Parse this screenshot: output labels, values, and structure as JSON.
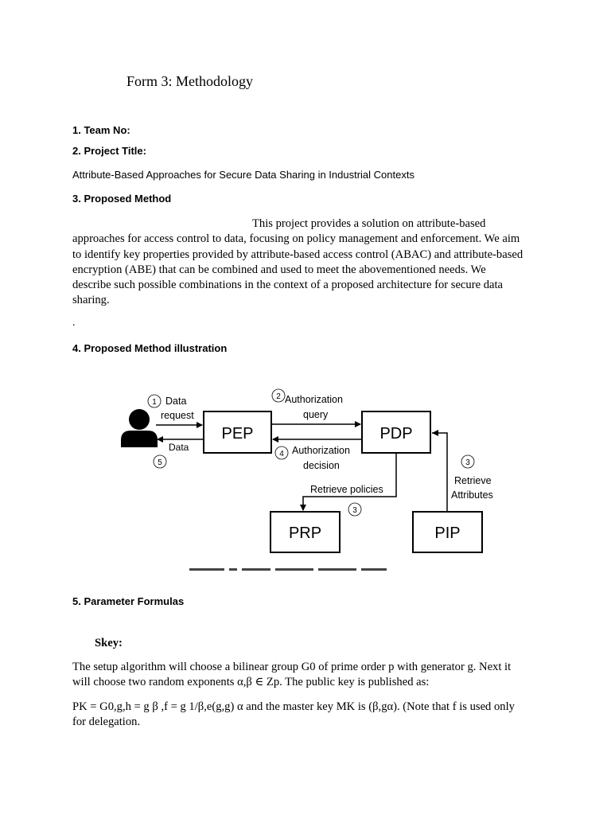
{
  "form_title": "Form 3: Methodology",
  "sections": {
    "team_no": "1. Team No:",
    "project_title_label": "2. Project Title:",
    "project_title": "Attribute-Based Approaches for Secure Data Sharing in Industrial Contexts",
    "proposed_method_label": "3. Proposed Method",
    "proposed_method_lines": [
      "This project provides a solution on attribute-based",
      "approaches for access control to data, focusing on policy management and enforcement. We aim",
      "to identify key properties provided by attribute-based access control (ABAC) and attribute-based",
      "encryption (ABE) that can be combined and used to meet the abovementioned needs. We",
      "describe such possible combinations in the context of a proposed architecture for secure data",
      "sharing."
    ],
    "stray_dot": ".",
    "illustration_label": "4. Proposed Method illustration",
    "parameter_label": "5. Parameter  Formulas",
    "skey_label": "Skey:",
    "setup_lines": [
      "The setup algorithm will choose a bilinear group G0 of prime order p with generator g. Next it",
      "will choose two random exponents α,β ∈ Zp. The public key is published as:"
    ],
    "pk_lines": [
      "PK = G0,g,h = g β ,f = g 1/β,e(g,g) α and the master key MK is (β,gα). (Note that f is used only",
      "for delegation."
    ]
  },
  "diagram": {
    "boxes": {
      "pep": "PEP",
      "pdp": "PDP",
      "prp": "PRP",
      "pip": "PIP"
    },
    "labels": {
      "data_request_1": "Data",
      "data_request_2": "request",
      "data_back": "Data",
      "auth_query_1": "Authorization",
      "auth_query_2": "query",
      "auth_decision_1": "Authorization",
      "auth_decision_2": "decision",
      "retrieve_policies": "Retrieve policies",
      "retrieve_attr_1": "Retrieve",
      "retrieve_attr_2": "Attributes"
    },
    "steps": {
      "s1": "1",
      "s2": "2",
      "s3a": "3",
      "s3b": "3",
      "s4": "4",
      "s5": "5"
    }
  }
}
